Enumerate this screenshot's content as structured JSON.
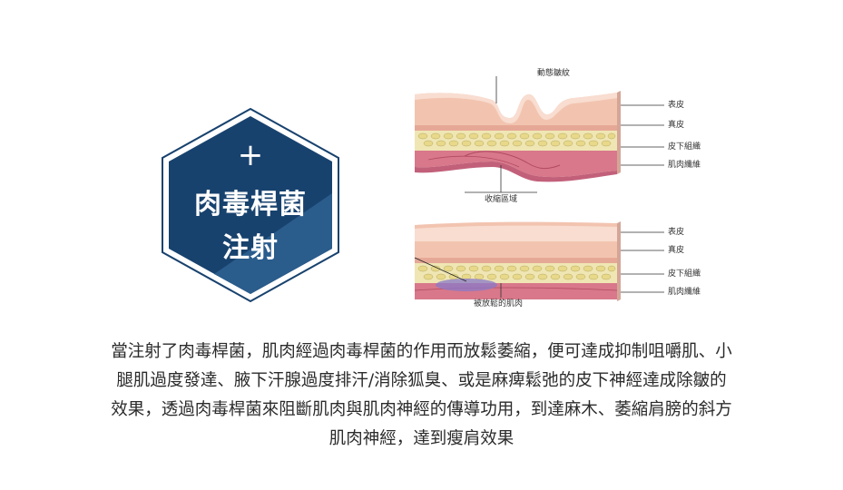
{
  "badge": {
    "plus_symbol": "+",
    "title_line1": "肉毒桿菌",
    "title_line2": "注射",
    "colors": {
      "dark": "#18426e",
      "light": "#2a5c8c",
      "border": "#18426e"
    }
  },
  "diagram_top": {
    "caption_top": "動態皺紋",
    "caption_bottom": "收縮區域",
    "layers": [
      "表皮",
      "真皮",
      "皮下組織",
      "肌肉纖維"
    ]
  },
  "diagram_bottom": {
    "caption_bottom": "被放鬆的肌肉",
    "layers": [
      "表皮",
      "真皮",
      "皮下組織",
      "肌肉纖維"
    ]
  },
  "description": {
    "lines": [
      "當注射了肉毒桿菌，肌肉經過肉毒桿菌的作用而放鬆萎縮，便可達成抑制咀嚼肌、小",
      "腿肌過度發達、腋下汗腺過度排汗/消除狐臭、或是麻痺鬆弛的皮下神經達成除皺的",
      "效果，透過肉毒桿菌來阻斷肌肉與肌肉神經的傳導功用，到達麻木、萎縮肩膀的斜方",
      "肌肉神經，達到瘦肩效果"
    ]
  }
}
